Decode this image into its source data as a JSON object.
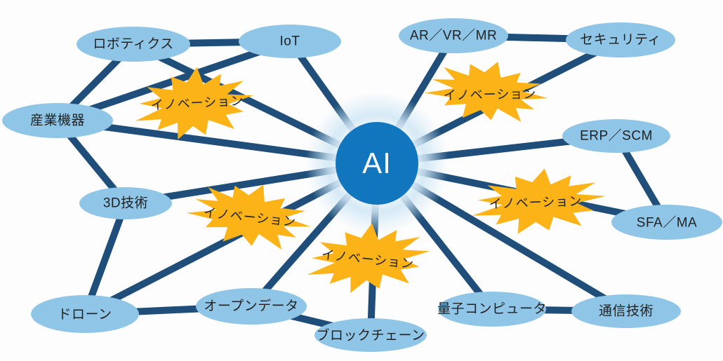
{
  "diagram": {
    "center": {
      "label": "AI"
    },
    "nodes": [
      {
        "id": "robotics",
        "label": "ロボティクス"
      },
      {
        "id": "iot",
        "label": "IoT"
      },
      {
        "id": "ar-vr-mr",
        "label": "AR／VR／MR"
      },
      {
        "id": "security",
        "label": "セキュリティ"
      },
      {
        "id": "industrial-equipment",
        "label": "産業機器"
      },
      {
        "id": "erp-scm",
        "label": "ERP／SCM"
      },
      {
        "id": "3d-technology",
        "label": "3D技術"
      },
      {
        "id": "sfa-ma",
        "label": "SFA／MA"
      },
      {
        "id": "drone",
        "label": "ドローン"
      },
      {
        "id": "open-data",
        "label": "オープンデータ"
      },
      {
        "id": "blockchain",
        "label": "ブロックチェーン"
      },
      {
        "id": "quantum-computer",
        "label": "量子コンピュータ"
      },
      {
        "id": "communication-technology",
        "label": "通信技術"
      }
    ],
    "bursts": [
      {
        "id": "innovation-top-left",
        "label": "イノベーション"
      },
      {
        "id": "innovation-top-right",
        "label": "イノベーション"
      },
      {
        "id": "innovation-right",
        "label": "イノベーション"
      },
      {
        "id": "innovation-left-middle",
        "label": "イノベーション"
      },
      {
        "id": "innovation-bottom-center",
        "label": "イノベーション"
      }
    ],
    "colors": {
      "node_fill": "#8fc5e7",
      "edge": "#1e4e79",
      "center_fill": "#1176be",
      "center_glow": "#cfe6f5",
      "burst_fill": "#fbb317",
      "node_text": "#222222",
      "center_text": "#ffffff"
    }
  }
}
